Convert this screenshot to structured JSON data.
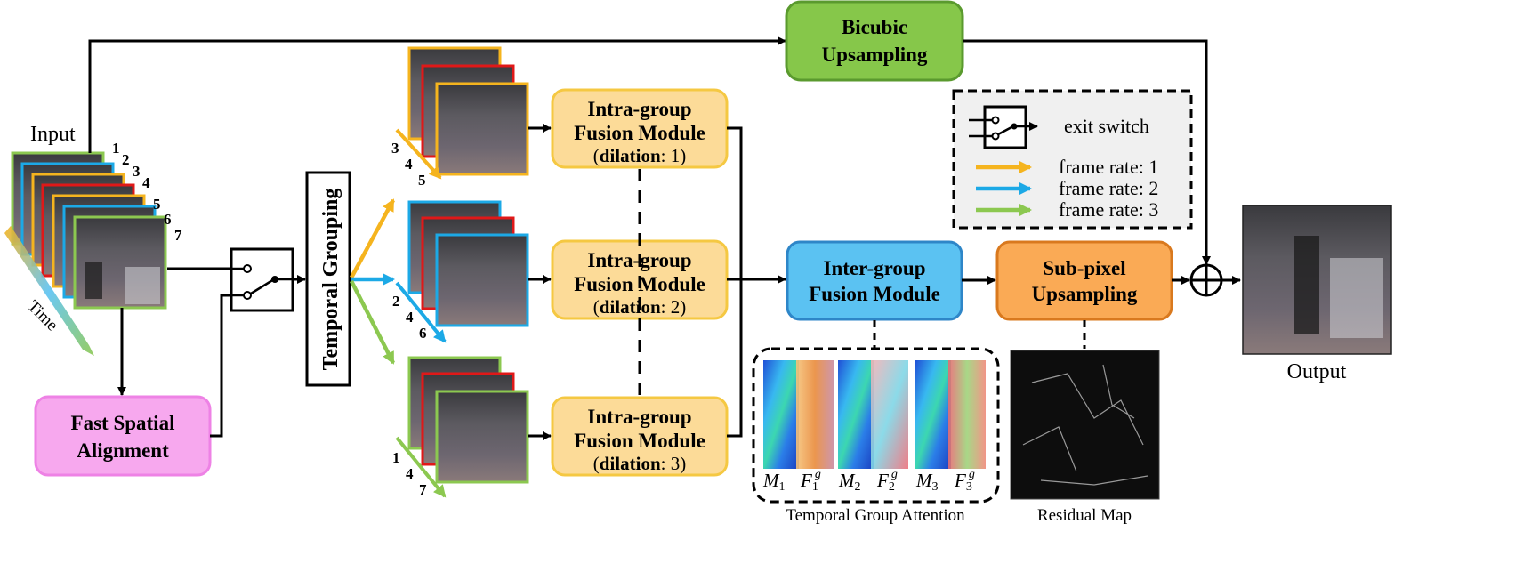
{
  "labels": {
    "input": "Input",
    "time": "Time",
    "output": "Output"
  },
  "input_frame_numbers": [
    "1",
    "2",
    "3",
    "4",
    "5",
    "6",
    "7"
  ],
  "modules": {
    "bicubic": {
      "line1": "Bicubic",
      "line2": "Upsampling"
    },
    "fast_spatial": {
      "line1": "Fast Spatial",
      "line2": "Alignment"
    },
    "temporal_grouping": "Temporal Grouping",
    "intra_groups": [
      {
        "line1": "Intra-group",
        "line2": "Fusion Module",
        "dil_open": "(",
        "dil_key": "dilation",
        "dil_val": ": 1)",
        "frames": [
          "3",
          "4",
          "5"
        ]
      },
      {
        "line1": "Intra-group",
        "line2": "Fusion Module",
        "dil_open": "(",
        "dil_key": "dilation",
        "dil_val": ": 2)",
        "frames": [
          "2",
          "4",
          "6"
        ]
      },
      {
        "line1": "Intra-group",
        "line2": "Fusion Module",
        "dil_open": "(",
        "dil_key": "dilation",
        "dil_val": ": 3)",
        "frames": [
          "1",
          "4",
          "7"
        ]
      }
    ],
    "inter_group": {
      "line1": "Inter-group",
      "line2": "Fusion Module"
    },
    "subpixel": {
      "line1": "Sub-pixel",
      "line2": "Upsampling"
    }
  },
  "legend": {
    "switch_label": "exit switch",
    "items": [
      {
        "label": "frame rate: 1",
        "color": "#F5B41E"
      },
      {
        "label": "frame rate: 2",
        "color": "#1CA9E6"
      },
      {
        "label": "frame rate: 3",
        "color": "#8CC850"
      }
    ]
  },
  "attention": {
    "caption": "Temporal Group Attention",
    "maps": [
      {
        "m": "M",
        "m_sub": "1",
        "f": "F",
        "f_sub": "1",
        "f_sup": "g"
      },
      {
        "m": "M",
        "m_sub": "2",
        "f": "F",
        "f_sub": "2",
        "f_sup": "g"
      },
      {
        "m": "M",
        "m_sub": "3",
        "f": "F",
        "f_sub": "3",
        "f_sup": "g"
      }
    ]
  },
  "residual_caption": "Residual Map",
  "colors": {
    "bicubic_fill": "#86C74A",
    "bicubic_stroke": "#5A9A2E",
    "fast_fill": "#F7A8EE",
    "fast_stroke": "#EE82E5",
    "intra_fill": "#FCDB98",
    "intra_stroke": "#F5C842",
    "inter_fill": "#5BC2F2",
    "inter_stroke": "#2E86C8",
    "subpixel_fill": "#FAAA55",
    "subpixel_stroke": "#D9791E",
    "red_frame": "#E01818"
  }
}
